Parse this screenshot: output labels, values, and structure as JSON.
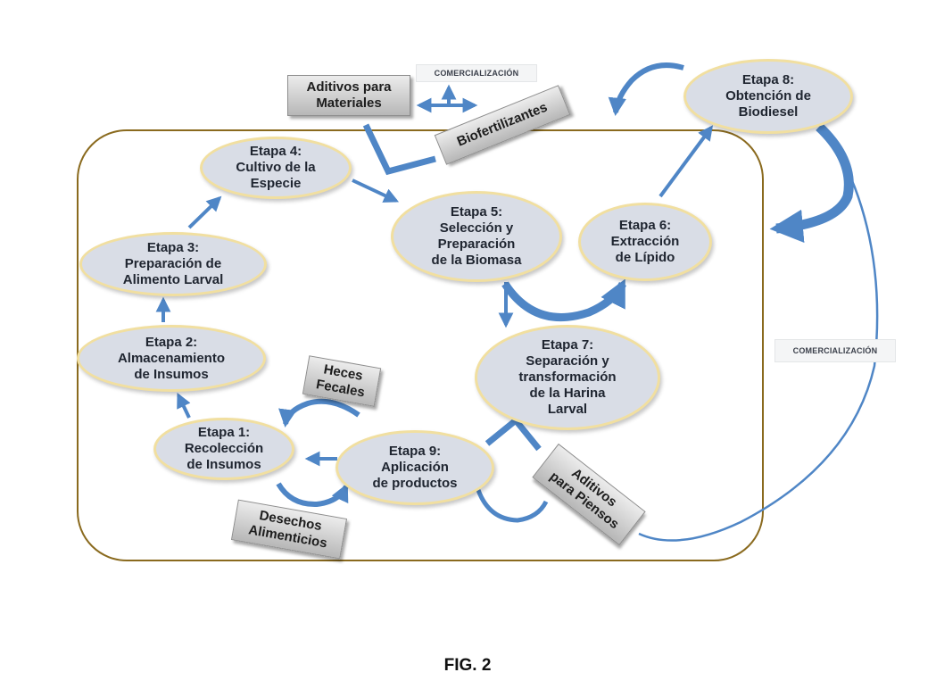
{
  "stages": {
    "etapa1": [
      "Etapa 1:",
      "Recolección",
      "de Insumos"
    ],
    "etapa2": [
      "Etapa 2:",
      "Almacenamiento",
      "de Insumos"
    ],
    "etapa3": [
      "Etapa 3:",
      "Preparación de",
      "Alimento Larval"
    ],
    "etapa4": [
      "Etapa 4:",
      "Cultivo de la",
      "Especie"
    ],
    "etapa5": [
      "Etapa 5:",
      "Selección y",
      "Preparación",
      "de la Biomasa"
    ],
    "etapa6": [
      "Etapa 6:",
      "Extracción",
      "de Lípido"
    ],
    "etapa7": [
      "Etapa 7:",
      "Separación y",
      "transformación",
      "de la Harina",
      "Larval"
    ],
    "etapa8": [
      "Etapa 8:",
      "Obtención de",
      "Biodiesel"
    ],
    "etapa9": [
      "Etapa 9:",
      "Aplicación",
      "de productos"
    ]
  },
  "labels": {
    "aditivos_materiales": [
      "Aditivos para",
      "Materiales"
    ],
    "biofertilizantes": [
      "Biofertilizantes"
    ],
    "heces_fecales": [
      "Heces",
      "Fecales"
    ],
    "desechos_alimenticios": [
      "Desechos",
      "Alimenticios"
    ],
    "aditivos_piensos": [
      "Aditivos",
      "para Piensos"
    ]
  },
  "tags": {
    "comercializacion_top": "COMERCIALIZACIÓN",
    "comercializacion_right": "COMERCIALIZACIÓN"
  },
  "caption": "FIG. 2",
  "colors": {
    "arrow": "#4f86c6",
    "node_fill": "#d9dde6",
    "node_border": "#f1dfa0",
    "frame": "#8a6a1e"
  }
}
